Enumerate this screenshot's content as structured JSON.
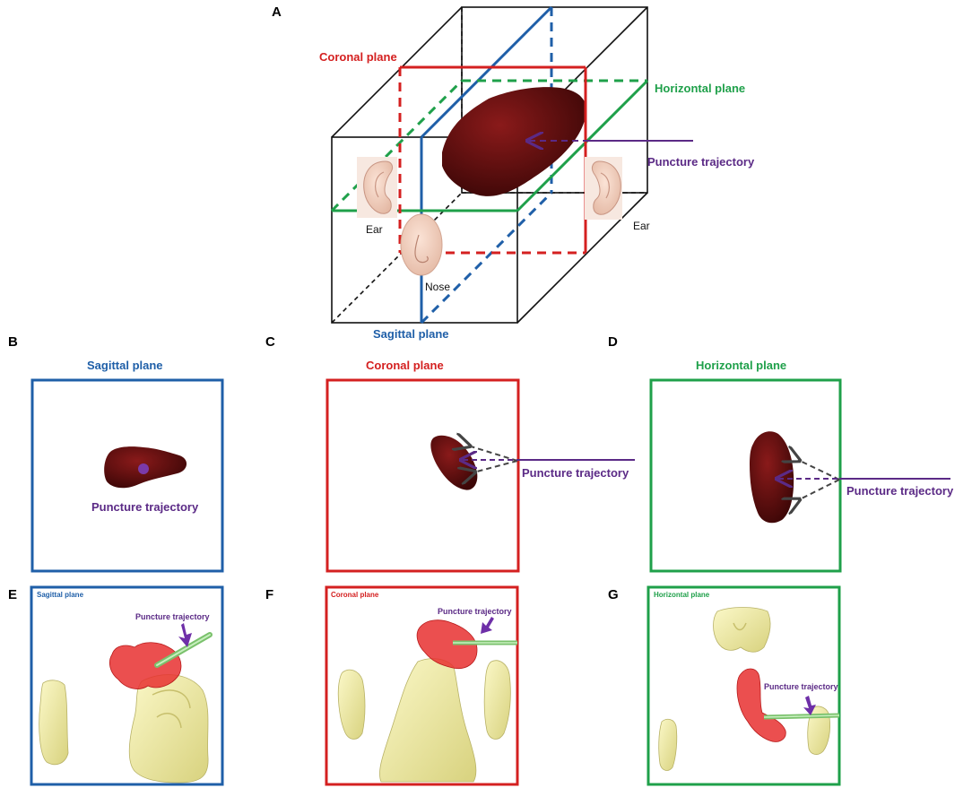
{
  "panels": {
    "A": {
      "letter": "A",
      "coronal": "Coronal plane",
      "horizontal": "Horizontal plane",
      "sagittal": "Sagittal plane",
      "trajectory": "Puncture trajectory",
      "ear_left": "Ear",
      "ear_right": "Ear",
      "nose": "Nose"
    },
    "B": {
      "letter": "B",
      "title": "Sagittal plane",
      "trajectory": "Puncture trajectory"
    },
    "C": {
      "letter": "C",
      "title": "Coronal plane",
      "trajectory": "Puncture trajectory"
    },
    "D": {
      "letter": "D",
      "title": "Horizontal plane",
      "trajectory": "Puncture trajectory"
    },
    "E": {
      "letter": "E",
      "title": "Sagittal plane",
      "trajectory": "Puncture trajectory"
    },
    "F": {
      "letter": "F",
      "title": "Coronal plane",
      "trajectory": "Puncture trajectory"
    },
    "G": {
      "letter": "G",
      "title": "Horizontal plane",
      "trajectory": "Puncture trajectory"
    }
  },
  "colors": {
    "sagittal": "#1f5fa8",
    "coronal": "#d42020",
    "horizontal": "#1fa04a",
    "trajectory": "#5b2a86",
    "hematoma": "#6a0f0f",
    "bone": "#f2eea6",
    "hematoma_3d": "#e83030"
  }
}
